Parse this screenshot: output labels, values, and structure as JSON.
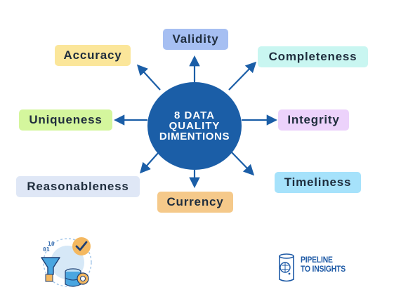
{
  "hub": {
    "line1": "8 DATA",
    "line2": "QUALITY",
    "line3": "DIMENTIONS",
    "color": "#1b5ea7"
  },
  "dimensions": {
    "validity": {
      "label": "Validity",
      "color": "#a6bff2"
    },
    "accuracy": {
      "label": "Accuracy",
      "color": "#fbe69a"
    },
    "completeness": {
      "label": "Completeness",
      "color": "#c9f6f1"
    },
    "uniqueness": {
      "label": "Uniqueness",
      "color": "#d4f69d"
    },
    "integrity": {
      "label": "Integrity",
      "color": "#ecd2fb"
    },
    "reasonableness": {
      "label": "Reasonableness",
      "color": "#dfe7f6"
    },
    "currency": {
      "label": "Currency",
      "color": "#f5c98a"
    },
    "timeliness": {
      "label": "Timeliness",
      "color": "#a6e2fb"
    }
  },
  "arrow_color": "#1b5ea7",
  "branding": {
    "line1": "PIPELINE",
    "line2": "TO INSIGHTS",
    "color": "#1e5aa6"
  },
  "icons": {
    "illustration": "data-quality-icon",
    "logo": "pipeline-logo-icon"
  }
}
